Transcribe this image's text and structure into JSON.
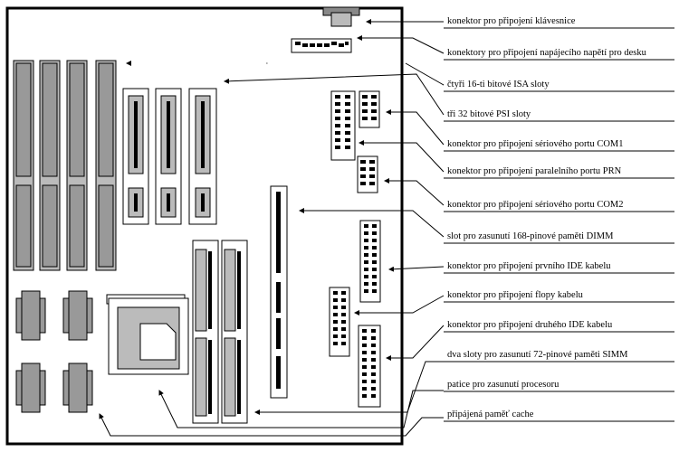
{
  "labels": {
    "keyboard": "konektor pro připojení klávesnice",
    "power": "konektory pro připojení napájecího napětí pro desku",
    "isa": "čtyři 16-ti bitové ISA sloty",
    "pci": "tři 32 bitové PSI sloty",
    "com1": "konektor pro připojení sériového portu COM1",
    "prn": "konektor pro připojení paralelního portu PRN",
    "com2": "konektor pro připojení sériového portu COM2",
    "dimm": "slot pro zasunutí 168-pinové paměti DIMM",
    "ide1": "konektor pro připojení prvního IDE kabelu",
    "floppy": "konektor pro připojení flopy kabelu",
    "ide2": "konektor pro připojení druhého IDE kabelu",
    "simm": "dva sloty pro zasunutí 72-pinové paměti SIMM",
    "cpu": "patice pro zasunutí procesoru",
    "cache": "připájená paměť cache"
  }
}
